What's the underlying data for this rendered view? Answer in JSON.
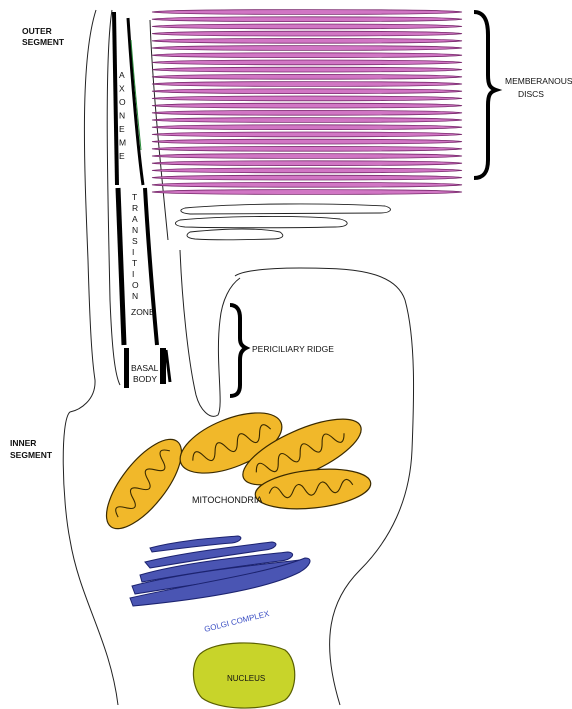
{
  "labels": {
    "outer_segment": [
      "OUTER",
      "SEGMENT"
    ],
    "inner_segment": [
      "INNER",
      "SEGMENT"
    ],
    "axoneme_letters": [
      "A",
      "X",
      "O",
      "N",
      "E",
      "M",
      "E"
    ],
    "transition_letters": [
      "T",
      "R",
      "A",
      "N",
      "S",
      "I",
      "T",
      "I",
      "O",
      "N"
    ],
    "zone": "ZONE",
    "basal_body": [
      "BASAL",
      "BODY"
    ],
    "membranous_discs": [
      "MEMBERANOUS",
      "DISCS"
    ],
    "periciliary_ridge": "PERICILIARY RIDGE",
    "mitochondria": "MITOCHONDRIA",
    "golgi_complex": "GOLGI COMPLEX",
    "nucleus": "NUCLEUS"
  },
  "colors": {
    "disc_fill": "#d176c4",
    "disc_stroke": "#7a2a6e",
    "mito_fill": "#f1b82a",
    "mito_stroke": "#3a2a00",
    "golgi_fill": "#4a55b3",
    "golgi_stroke": "#1c2370",
    "nucleus_fill": "#c8d42a",
    "nucleus_stroke": "#5a5f00",
    "golgi_label": "#3b4fc4"
  },
  "counts": {
    "membranous_disc_count": 26,
    "mitochondria_count": 4,
    "golgi_cisternae_count": 5
  }
}
